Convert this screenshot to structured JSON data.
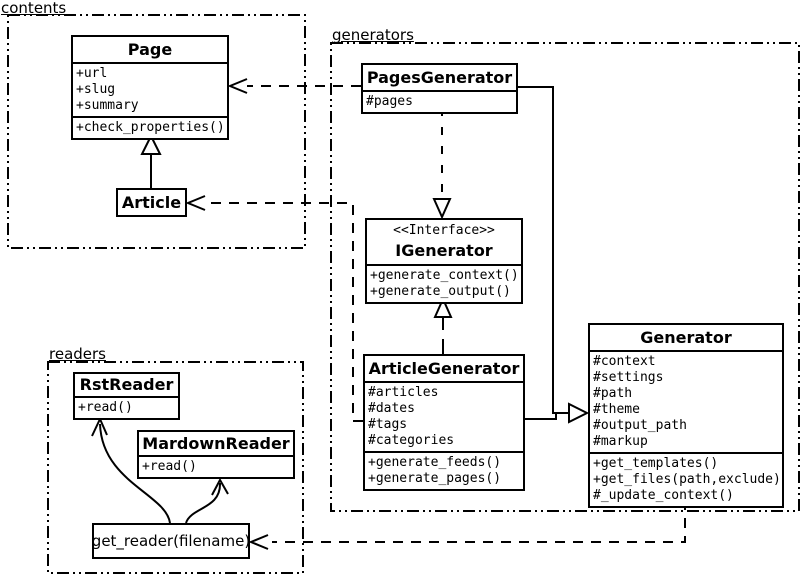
{
  "packages": {
    "contents": {
      "label": "contents"
    },
    "generators": {
      "label": "generators"
    },
    "readers": {
      "label": "readers"
    }
  },
  "classes": {
    "page": {
      "name": "Page",
      "attributes": [
        "+url",
        "+slug",
        "+summary"
      ],
      "methods": [
        "+check_properties()"
      ]
    },
    "article": {
      "name": "Article"
    },
    "pages_generator": {
      "name": "PagesGenerator",
      "attributes": [
        "#pages"
      ]
    },
    "igenerator": {
      "stereotype": "<<Interface>>",
      "name": "IGenerator",
      "methods": [
        "+generate_context()",
        "+generate_output()"
      ]
    },
    "article_generator": {
      "name": "ArticleGenerator",
      "attributes": [
        "#articles",
        "#dates",
        "#tags",
        "#categories"
      ],
      "methods": [
        "+generate_feeds()",
        "+generate_pages()"
      ]
    },
    "generator": {
      "name": "Generator",
      "attributes": [
        "#context",
        "#settings",
        "#path",
        "#theme",
        "#output_path",
        "#markup"
      ],
      "methods": [
        "+get_templates()",
        "+get_files(path,exclude)",
        "#_update_context()"
      ]
    },
    "rst_reader": {
      "name": "RstReader",
      "methods": [
        "+read()"
      ]
    },
    "mardown_reader": {
      "name": "MardownReader",
      "methods": [
        "+read()"
      ]
    },
    "get_reader": {
      "label": "get_reader(filename)"
    }
  },
  "relationships": [
    {
      "from": "Article",
      "to": "Page",
      "type": "inheritance"
    },
    {
      "from": "PagesGenerator",
      "to": "IGenerator",
      "type": "realization"
    },
    {
      "from": "ArticleGenerator",
      "to": "IGenerator",
      "type": "realization"
    },
    {
      "from": "PagesGenerator",
      "to": "Generator",
      "type": "inheritance"
    },
    {
      "from": "ArticleGenerator",
      "to": "Generator",
      "type": "inheritance"
    },
    {
      "from": "PagesGenerator",
      "to": "Page",
      "type": "dependency"
    },
    {
      "from": "ArticleGenerator",
      "to": "Article",
      "type": "dependency"
    },
    {
      "from": "Generator",
      "to": "get_reader(filename)",
      "type": "dependency"
    },
    {
      "from": "get_reader(filename)",
      "to": "RstReader",
      "type": "dependency"
    },
    {
      "from": "get_reader(filename)",
      "to": "MardownReader",
      "type": "dependency"
    }
  ],
  "colors": {
    "line": "#000000",
    "background": "#ffffff"
  }
}
